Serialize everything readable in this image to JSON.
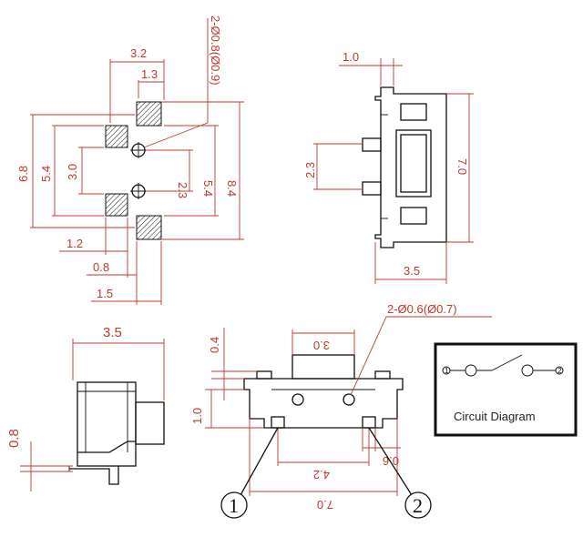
{
  "top_view": {
    "dims": {
      "w_3_2": "3.2",
      "w_1_3": "1.3",
      "holes": "2-Ø0.8(Ø0.9)",
      "h_6_8": "6.8",
      "h_5_4_left": "5.4",
      "h_3_0": "3.0",
      "h_2_3": "2.3",
      "h_5_4_right": "5.4",
      "h_8_4": "8.4",
      "w_1_2": "1.2",
      "w_0_8": "0.8",
      "w_1_5": "1.5"
    }
  },
  "side_view_right": {
    "dims": {
      "w_1_0": "1.0",
      "h_2_3": "2.3",
      "h_7_0": "7.0",
      "w_3_5": "3.5"
    }
  },
  "side_view_left": {
    "dims": {
      "w_3_5": "3.5",
      "h_0_8": "0.8"
    }
  },
  "front_view": {
    "dims": {
      "holes": "2-Ø0.6(Ø0.7)",
      "w_3_0": "3.0",
      "h_0_4": "0.4",
      "h_1_0": "1.0",
      "w_4_2": "4.2",
      "w_0_6": "0.6",
      "w_7_0": "7.0"
    },
    "labels": {
      "pin1": "1",
      "pin2": "2"
    }
  },
  "circuit_diagram": {
    "title": "Circuit Diagram",
    "pin1": "1",
    "pin2": "2"
  },
  "colors": {
    "dimension": "#c0392b",
    "outline": "#111111"
  }
}
